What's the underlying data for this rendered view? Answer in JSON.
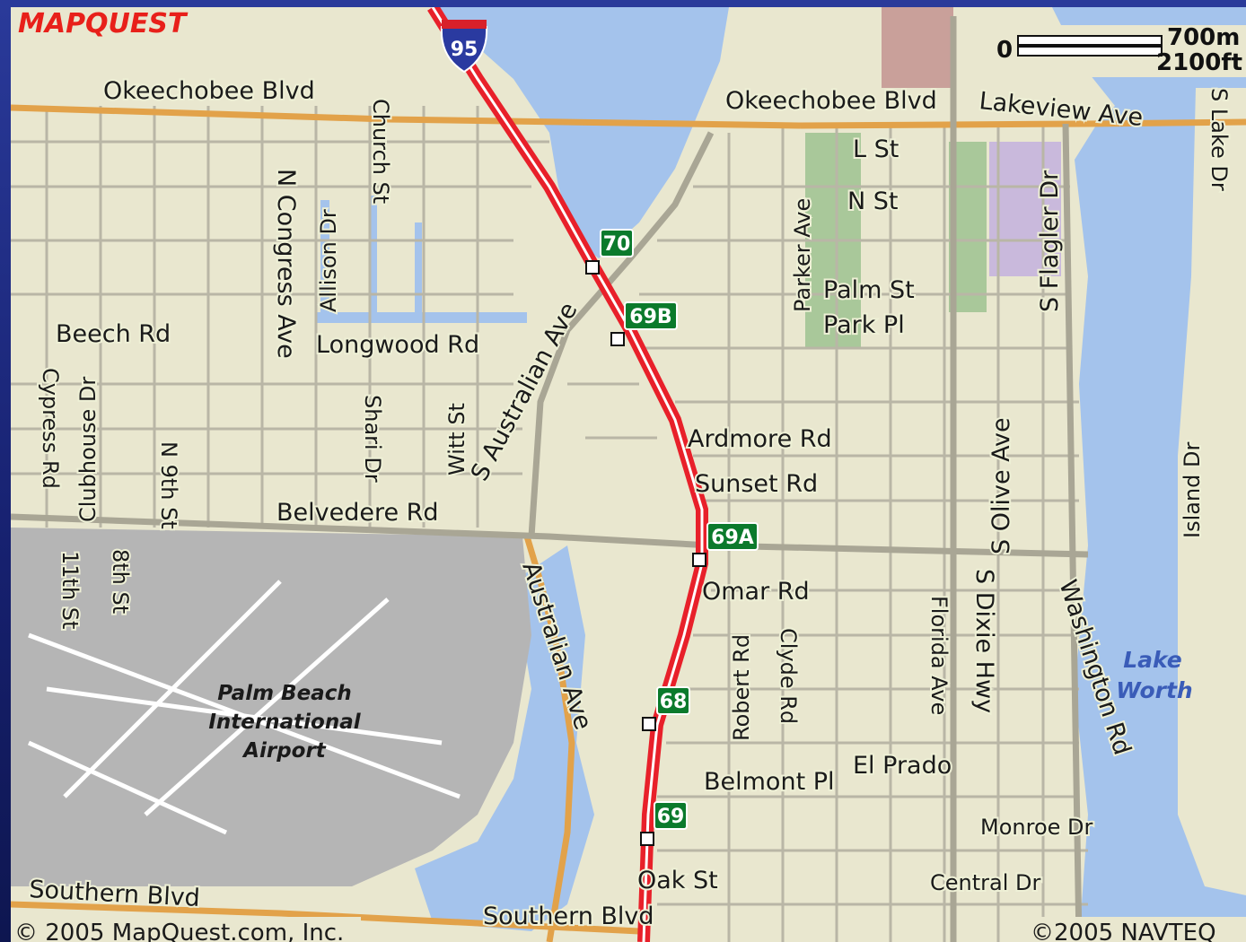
{
  "map": {
    "brand": "MAPQUEST",
    "copyright_left": "© 2005 MapQuest.com, Inc.",
    "copyright_right": "©2005 NAVTEQ",
    "scale": {
      "zero": "0",
      "metric": "700m",
      "imperial": "2100ft"
    },
    "interstate_shield": "95",
    "exits": [
      "70",
      "69B",
      "69A",
      "68",
      "69"
    ],
    "water_label_line1": "Lake",
    "water_label_line2": "Worth",
    "airport_line1": "Palm Beach",
    "airport_line2": "International",
    "airport_line3": "Airport",
    "streets": {
      "okeechobee_west": "Okeechobee Blvd",
      "okeechobee_east": "Okeechobee Blvd",
      "lakeview": "Lakeview Ave",
      "s_lake_dr": "S Lake Dr",
      "l_st": "L St",
      "n_st": "N St",
      "church_st": "Church St",
      "n_congress": "N Congress Ave",
      "allison_dr": "Allison Dr",
      "parker_ave": "Parker Ave",
      "s_flagler": "S Flagler Dr",
      "palm_st": "Palm St",
      "park_pl": "Park Pl",
      "beech_rd": "Beech Rd",
      "longwood_rd": "Longwood Rd",
      "s_australian": "S Australian Ave",
      "cypress_rd": "Cypress Rd",
      "clubhouse_dr": "Clubhouse Dr",
      "n_9th_st": "N 9th St",
      "shari_dr": "Shari Dr",
      "witt_st": "Witt St",
      "ardmore_rd": "Ardmore Rd",
      "sunset_rd": "Sunset Rd",
      "s_olive": "S Olive Ave",
      "island_dr": "Island Dr",
      "belvedere_rd": "Belvedere Rd",
      "st_11th": "11th St",
      "st_8th": "8th St",
      "australian_ave": "Australian Ave",
      "omar_rd": "Omar Rd",
      "robert_rd": "Robert Rd",
      "clyde_rd": "Clyde Rd",
      "florida_ave": "Florida Ave",
      "s_dixie": "S Dixie Hwy",
      "washington_rd": "Washington Rd",
      "el_prado": "El Prado",
      "belmont_pl": "Belmont Pl",
      "monroe_dr": "Monroe Dr",
      "oak_st": "Oak St",
      "central_dr": "Central Dr",
      "southern_west": "Southern Blvd",
      "southern_mid": "Southern Blvd"
    }
  },
  "colors": {
    "land": "#e9e7cf",
    "water": "#a4c3ec",
    "street": "#b9b6a6",
    "major_road": "#e2a24a",
    "interstate": "#e8202a",
    "airport": "#b5b5b5",
    "park": "#a9c89a",
    "frame": "#16206e"
  }
}
